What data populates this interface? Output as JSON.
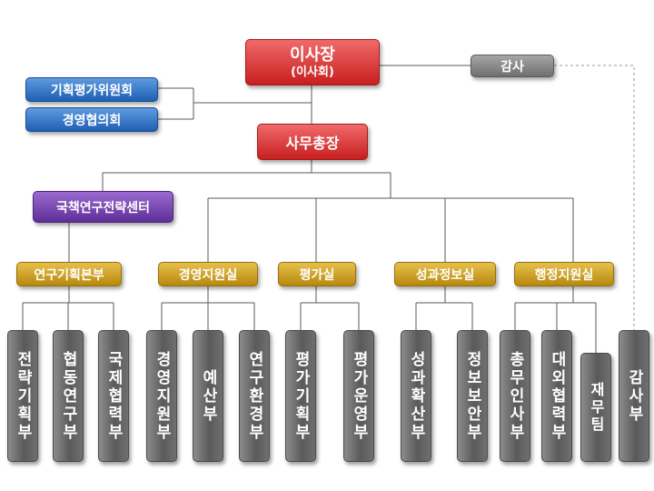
{
  "board": {
    "title": "이사장",
    "subtitle": "(이사회)"
  },
  "audit_office": "감사",
  "committees": [
    "기획평가위원회",
    "경영협의회"
  ],
  "secretary_general": "사무총장",
  "policy_center": "국책연구전략센터",
  "divisions": [
    "연구기획본부",
    "경영지원실",
    "평가실",
    "성과정보실",
    "행정지원실"
  ],
  "departments": [
    {
      "name": "전략기획부",
      "division": "연구기획본부"
    },
    {
      "name": "협동연구부",
      "division": "연구기획본부"
    },
    {
      "name": "국제협력부",
      "division": "연구기획본부"
    },
    {
      "name": "경영지원부",
      "division": "경영지원실"
    },
    {
      "name": "예산부",
      "division": "경영지원실"
    },
    {
      "name": "연구환경부",
      "division": "경영지원실"
    },
    {
      "name": "평가기획부",
      "division": "평가실"
    },
    {
      "name": "평가운영부",
      "division": "평가실"
    },
    {
      "name": "성과확산부",
      "division": "성과정보실"
    },
    {
      "name": "정보보안부",
      "division": "성과정보실"
    },
    {
      "name": "총무인사부",
      "division": "행정지원실"
    },
    {
      "name": "대외협력부",
      "division": "행정지원실"
    },
    {
      "name": "재무팀",
      "division": "행정지원실"
    },
    {
      "name": "감사부",
      "division": "감사"
    }
  ],
  "colors": {
    "board": "#d42a2a",
    "committee": "#2a6cc0",
    "center": "#6f3ca8",
    "division": "#c99a1a",
    "department": "#666666",
    "audit": "#8a8a8a"
  }
}
